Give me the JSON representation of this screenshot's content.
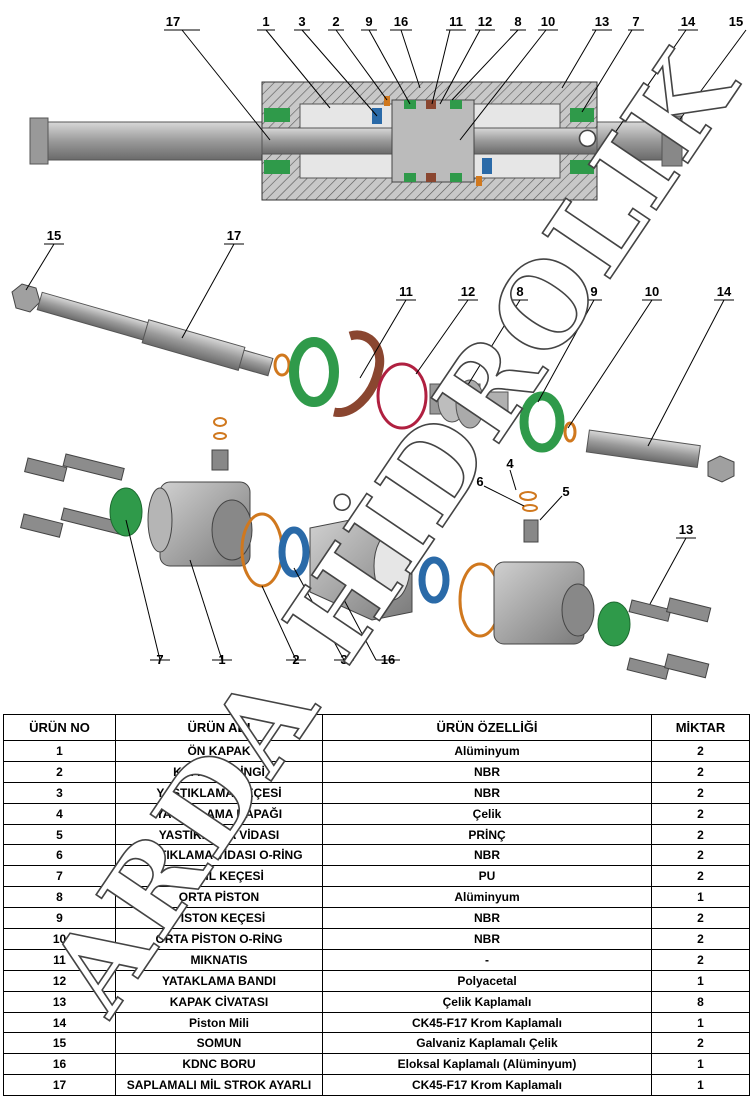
{
  "callouts": {
    "top": [
      "17",
      "1",
      "3",
      "2",
      "9",
      "16",
      "11",
      "12",
      "8",
      "10",
      "13",
      "7",
      "14",
      "15"
    ],
    "exploded": [
      "15",
      "17",
      "11",
      "12",
      "8",
      "9",
      "10",
      "14",
      "4",
      "6",
      "5",
      "13",
      "7",
      "1",
      "2",
      "3",
      "16"
    ]
  },
  "table": {
    "headers": [
      "ÜRÜN NO",
      "ÜRÜN ADI",
      "ÜRÜN ÖZELLİĞİ",
      "MİKTAR"
    ],
    "rows": [
      [
        "1",
        "ÖN KAPAK",
        "Alüminyum",
        "2"
      ],
      [
        "2",
        "KAPAK O-RİNGİ",
        "NBR",
        "2"
      ],
      [
        "3",
        "YASTIKLAMA KEÇESİ",
        "NBR",
        "2"
      ],
      [
        "4",
        "YASTIKLAMA KAPAĞI",
        "Çelik",
        "2"
      ],
      [
        "5",
        "YASTIKLAMA VİDASI",
        "PRİNÇ",
        "2"
      ],
      [
        "6",
        "YASTIKLAMA VİDASI O-RİNG",
        "NBR",
        "2"
      ],
      [
        "7",
        "ÖN MİL KEÇESİ",
        "PU",
        "2"
      ],
      [
        "8",
        "ORTA PİSTON",
        "Alüminyum",
        "1"
      ],
      [
        "9",
        "PİSTON KEÇESİ",
        "NBR",
        "2"
      ],
      [
        "10",
        "ORTA PİSTON O-RİNG",
        "NBR",
        "2"
      ],
      [
        "11",
        "MIKNATIS",
        "-",
        "2"
      ],
      [
        "12",
        "YATAKLAMA BANDI",
        "Polyacetal",
        "1"
      ],
      [
        "13",
        "KAPAK CİVATASI",
        "Çelik Kaplamalı",
        "8"
      ],
      [
        "14",
        "Piston Mili",
        "CK45-F17 Krom Kaplamalı",
        "1"
      ],
      [
        "15",
        "SOMUN",
        "Galvaniz Kaplamalı Çelik",
        "2"
      ],
      [
        "16",
        "KDNC  BORU",
        "Eloksal Kaplamalı (Alüminyum)",
        "1"
      ],
      [
        "17",
        "SAPLAMALI MİL STROK AYARLI",
        "CK45-F17 Krom Kaplamalı",
        "1"
      ]
    ]
  },
  "watermark": "ARDA HİDROLİK",
  "colors": {
    "seal_green": "#2f9a4a",
    "seal_blue": "#2a6aa8",
    "oring_orange": "#d0781e",
    "magnet_brown": "#8a4630",
    "band_red": "#b02040",
    "metal": "#a8a8a8"
  }
}
